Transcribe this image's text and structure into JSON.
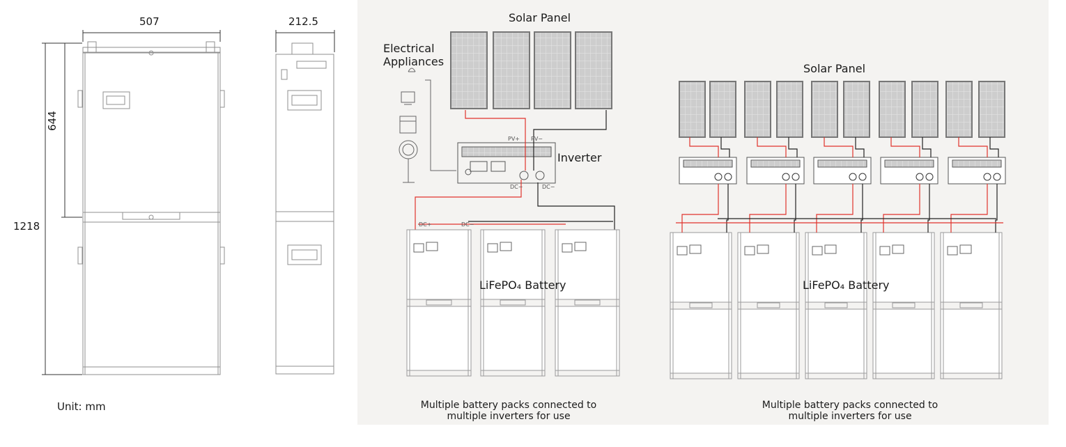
{
  "dimensions": {
    "width": "507",
    "depth": "212.5",
    "height_module": "644",
    "height_total": "1218",
    "unit_note": "Unit: mm"
  },
  "panel_left": {
    "solar_label": "Solar Panel",
    "appliances_label": "Electrical\nAppliances",
    "inverter_label": "Inverter",
    "battery_label": "LiFePO₄ Battery",
    "pv_plus": "PV+",
    "pv_minus": "PV−",
    "dc_minus_1": "DC−",
    "dc_minus_2": "DC−",
    "dc_plus": "DC+",
    "dc_minus": "DC−",
    "caption": "Multiple battery packs connected to\nmultiple inverters for use"
  },
  "panel_right": {
    "solar_label": "Solar Panel",
    "battery_label": "LiFePO₄ Battery",
    "caption": "Multiple battery packs connected to\nmultiple inverters for use"
  },
  "colors": {
    "panel_bg": "#f4f3f1",
    "solar_cell": "#c9c9c9",
    "solar_frame": "#8a8a8a",
    "wire_positive": "#e0332c",
    "wire_negative": "#222222",
    "outline": "#9a9a9a"
  }
}
